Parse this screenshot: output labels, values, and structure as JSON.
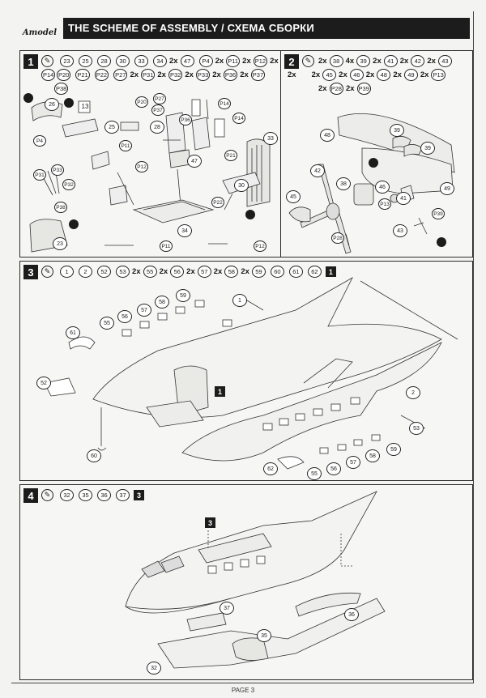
{
  "header": {
    "logo_text": "Amodel",
    "title": "THE SCHEME OF ASSEMBLY / СХЕМА СБОРКИ"
  },
  "step1": {
    "number": "1",
    "parts_row1": [
      {
        "q": "",
        "p": "23"
      },
      {
        "q": "",
        "p": "25"
      },
      {
        "q": "",
        "p": "28"
      },
      {
        "q": "",
        "p": "30"
      },
      {
        "q": "",
        "p": "33"
      },
      {
        "q": "",
        "p": "34"
      },
      {
        "q": "2x",
        "p": "47"
      },
      {
        "q": "",
        "p": "P4"
      },
      {
        "q": "2x",
        "p": "P11"
      },
      {
        "q": "2x",
        "p": "P12"
      },
      {
        "q": "2x",
        "p": "P14"
      }
    ],
    "parts_row2": [
      {
        "q": "",
        "p": "P20"
      },
      {
        "q": "",
        "p": "P21"
      },
      {
        "q": "",
        "p": "P22"
      },
      {
        "q": "",
        "p": "P27"
      },
      {
        "q": "2x",
        "p": "P31"
      },
      {
        "q": "2x",
        "p": "P32"
      },
      {
        "q": "2x",
        "p": "P33"
      },
      {
        "q": "2x",
        "p": "P36"
      },
      {
        "q": "2x",
        "p": "P37"
      },
      {
        "q": "",
        "p": "P38"
      }
    ],
    "box_label": "13",
    "callouts": [
      {
        "t": "26"
      },
      {
        "t": "P4"
      },
      {
        "t": "P20"
      },
      {
        "t": "25"
      },
      {
        "t": "P27"
      },
      {
        "t": "P11"
      },
      {
        "t": "P37"
      },
      {
        "t": "P36"
      },
      {
        "t": "P14"
      },
      {
        "t": "28"
      },
      {
        "t": "47"
      },
      {
        "t": "P21"
      },
      {
        "t": "33"
      },
      {
        "t": "P12"
      },
      {
        "t": "P31"
      },
      {
        "t": "P33"
      },
      {
        "t": "P32"
      },
      {
        "t": "P38"
      },
      {
        "t": "P22"
      },
      {
        "t": "30"
      },
      {
        "t": "23"
      },
      {
        "t": "34"
      },
      {
        "t": "P11"
      },
      {
        "t": "P12"
      },
      {
        "t": "P14"
      }
    ]
  },
  "step2": {
    "number": "2",
    "qty_prefix": "2x",
    "parts_row1": [
      {
        "q": "2x",
        "p": "38"
      },
      {
        "q": "4x",
        "p": "39"
      },
      {
        "q": "2x",
        "p": "41"
      },
      {
        "q": "2x",
        "p": "42"
      },
      {
        "q": "2x",
        "p": "43"
      }
    ],
    "parts_row2": [
      {
        "q": "2x",
        "p": "45"
      },
      {
        "q": "2x",
        "p": "46"
      },
      {
        "q": "2x",
        "p": "48"
      },
      {
        "q": "2x",
        "p": "49"
      },
      {
        "q": "2x",
        "p": "P13"
      }
    ],
    "parts_row3": [
      {
        "q": "2x",
        "p": "P28"
      },
      {
        "q": "2x",
        "p": "P39"
      }
    ],
    "callouts": [
      {
        "t": "48"
      },
      {
        "t": "39"
      },
      {
        "t": "39"
      },
      {
        "t": "42"
      },
      {
        "t": "38"
      },
      {
        "t": "46"
      },
      {
        "t": "41"
      },
      {
        "t": "49"
      },
      {
        "t": "45"
      },
      {
        "t": "P13"
      },
      {
        "t": "P28"
      },
      {
        "t": "P39"
      },
      {
        "t": "43"
      }
    ]
  },
  "step3": {
    "number": "3",
    "parts": [
      {
        "q": "",
        "p": "1"
      },
      {
        "q": "",
        "p": "2"
      },
      {
        "q": "",
        "p": "52"
      },
      {
        "q": "",
        "p": "53"
      },
      {
        "q": "2x",
        "p": "55"
      },
      {
        "q": "2x",
        "p": "56"
      },
      {
        "q": "2x",
        "p": "57"
      },
      {
        "q": "2x",
        "p": "58"
      },
      {
        "q": "2x",
        "p": "59"
      },
      {
        "q": "",
        "p": "60"
      },
      {
        "q": "",
        "p": "61"
      },
      {
        "q": "",
        "p": "62"
      }
    ],
    "ref": "1",
    "callouts": [
      {
        "t": "59"
      },
      {
        "t": "58"
      },
      {
        "t": "57"
      },
      {
        "t": "56"
      },
      {
        "t": "55"
      },
      {
        "t": "1"
      },
      {
        "t": "61"
      },
      {
        "t": "52"
      },
      {
        "t": "2"
      },
      {
        "t": "53"
      },
      {
        "t": "60"
      },
      {
        "t": "62"
      },
      {
        "t": "55"
      },
      {
        "t": "56"
      },
      {
        "t": "57"
      },
      {
        "t": "58"
      },
      {
        "t": "59"
      }
    ],
    "inner_ref": "1"
  },
  "step4": {
    "number": "4",
    "parts": [
      {
        "q": "",
        "p": "32"
      },
      {
        "q": "",
        "p": "35"
      },
      {
        "q": "",
        "p": "36"
      },
      {
        "q": "",
        "p": "37"
      }
    ],
    "ref": "3",
    "inner_ref": "3",
    "callouts": [
      {
        "t": "37"
      },
      {
        "t": "35"
      },
      {
        "t": "36"
      },
      {
        "t": "32"
      }
    ]
  },
  "footer": {
    "page": "PAGE 3"
  }
}
